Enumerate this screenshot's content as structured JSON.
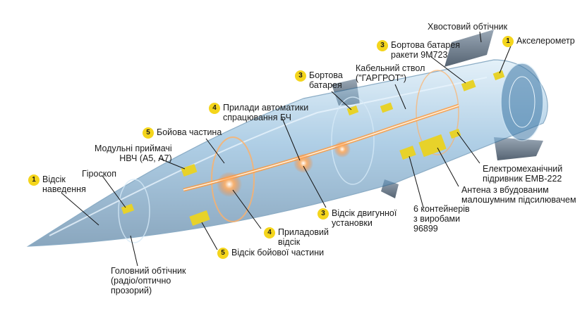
{
  "labels": {
    "guidance_compartment": {
      "num": "1",
      "text": "Відсік\nнаведення"
    },
    "gyroscope": {
      "num": "",
      "text": "Гіроскоп"
    },
    "receivers": {
      "num": "",
      "text": "Модульні приймачі\nНВЧ (А5, А7)"
    },
    "warhead": {
      "num": "5",
      "text": "Бойова частина"
    },
    "automation": {
      "num": "4",
      "text": "Прилади автоматики\nспрацювання БЧ"
    },
    "onboard_battery": {
      "num": "3",
      "text": "Бортова\nбатарея"
    },
    "cable_trunk": {
      "num": "",
      "text": "Кабельний ствол\n(\"ГАРГРОТ\")"
    },
    "missile_battery": {
      "num": "3",
      "text": "Бортова батарея\nракети 9М723"
    },
    "tail_fairing": {
      "num": "",
      "text": "Хвостовий обтічник"
    },
    "accelerometer": {
      "num": "1",
      "text": "Акселерометр"
    },
    "actuator": {
      "num": "",
      "text": "Електромеханічний\nпідривник ЕМВ-222"
    },
    "antenna": {
      "num": "",
      "text": "Антена з вбудованим\nмалошумним підсилювачем"
    },
    "containers": {
      "num": "",
      "text": "6 контейнерів\nз виробами\n96899"
    },
    "engine_compartment": {
      "num": "3",
      "text": "Відсік двигунної\nустановки"
    },
    "instrument_compartment": {
      "num": "4",
      "text": "Приладовий\nвідсік"
    },
    "warhead_compartment": {
      "num": "5",
      "text": "Відсік бойової частини"
    },
    "nose_fairing": {
      "num": "",
      "text": "Головний обтічник\n(радіо/оптично\nпрозорий)"
    }
  }
}
